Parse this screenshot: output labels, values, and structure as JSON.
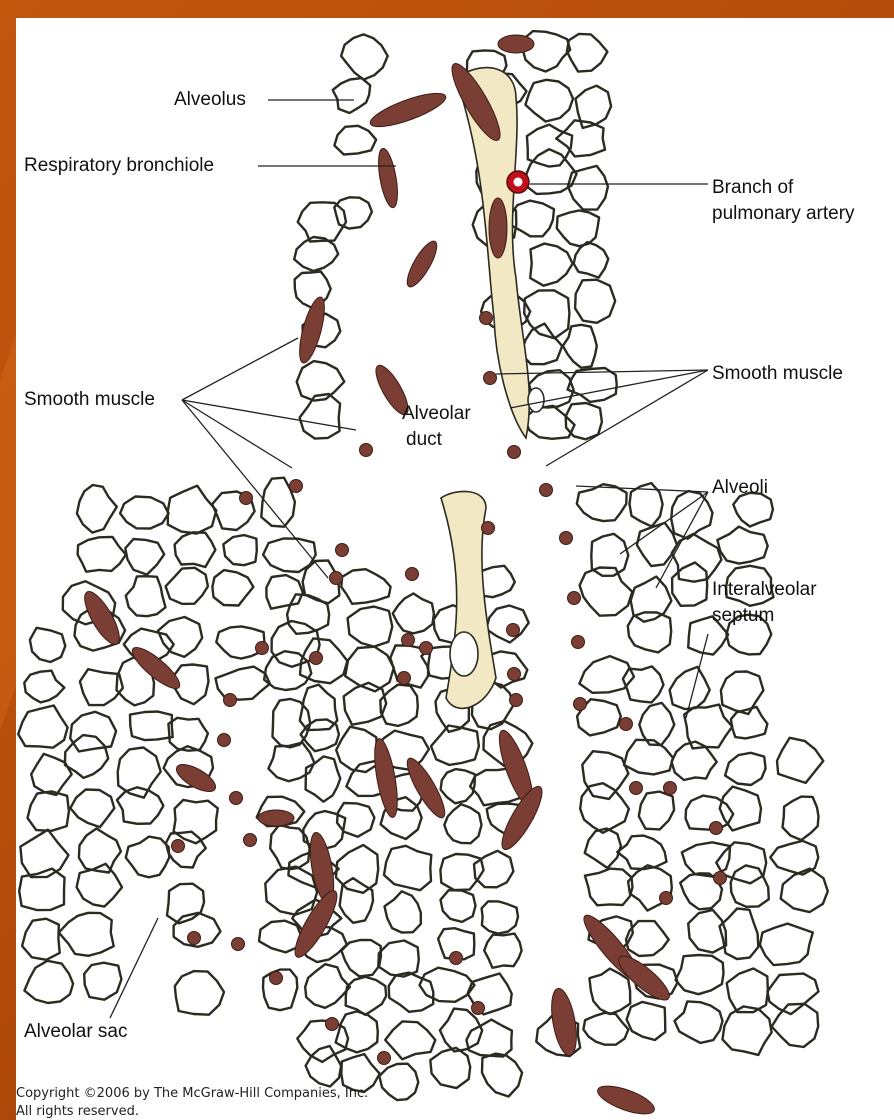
{
  "diagram": {
    "labels": {
      "alveolus": "Alveolus",
      "respiratory_bronchiole": "Respiratory bronchiole",
      "branch_line1": "Branch of",
      "branch_line2": "pulmonary artery",
      "smooth_muscle_left": "Smooth muscle",
      "smooth_muscle_right": "Smooth muscle",
      "alveolar_duct_line1": "Alveolar",
      "alveolar_duct_line2": "duct",
      "alveoli": "Alveoli",
      "interalveolar_line1": "Interalveolar",
      "interalveolar_line2": "septum",
      "alveolar_sac": "Alveolar sac"
    },
    "copyright_line1": "Copyright ©2006 by The McGraw-Hill Companies, Inc.",
    "copyright_line2": "All rights reserved.",
    "colors": {
      "background_orange": "#b84f0b",
      "tissue_fill": "#f2e8c4",
      "tissue_outline": "#2b2b22",
      "smooth_muscle": "#7a3e34",
      "artery": "#c0101c"
    }
  }
}
